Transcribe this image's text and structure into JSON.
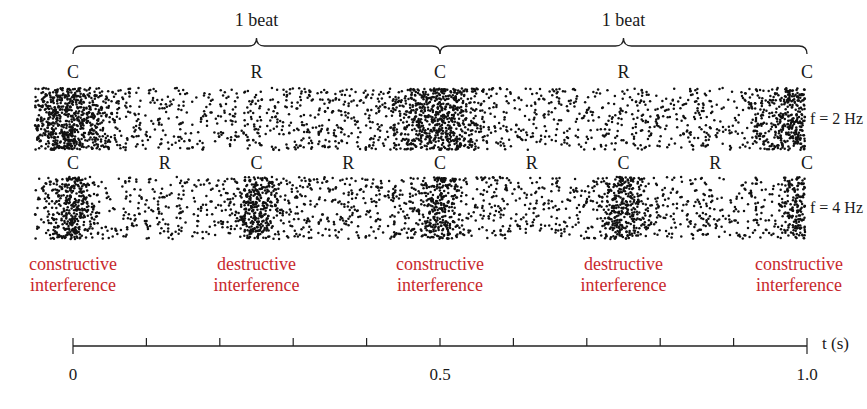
{
  "diagram": {
    "labels": [
      "1 beat",
      "1 beat",
      "C",
      "R",
      "C",
      "R",
      "C",
      "f = 2 Hz",
      "C",
      "R",
      "C",
      "R",
      "C",
      "R",
      "C",
      "R",
      "C",
      "f = 4 Hz",
      "constructive interference",
      "destructive interference",
      "constructive interference",
      "destructive interference",
      "constructive interference",
      "0",
      "0.5",
      "1.0",
      "t (s)"
    ]
  }
}
